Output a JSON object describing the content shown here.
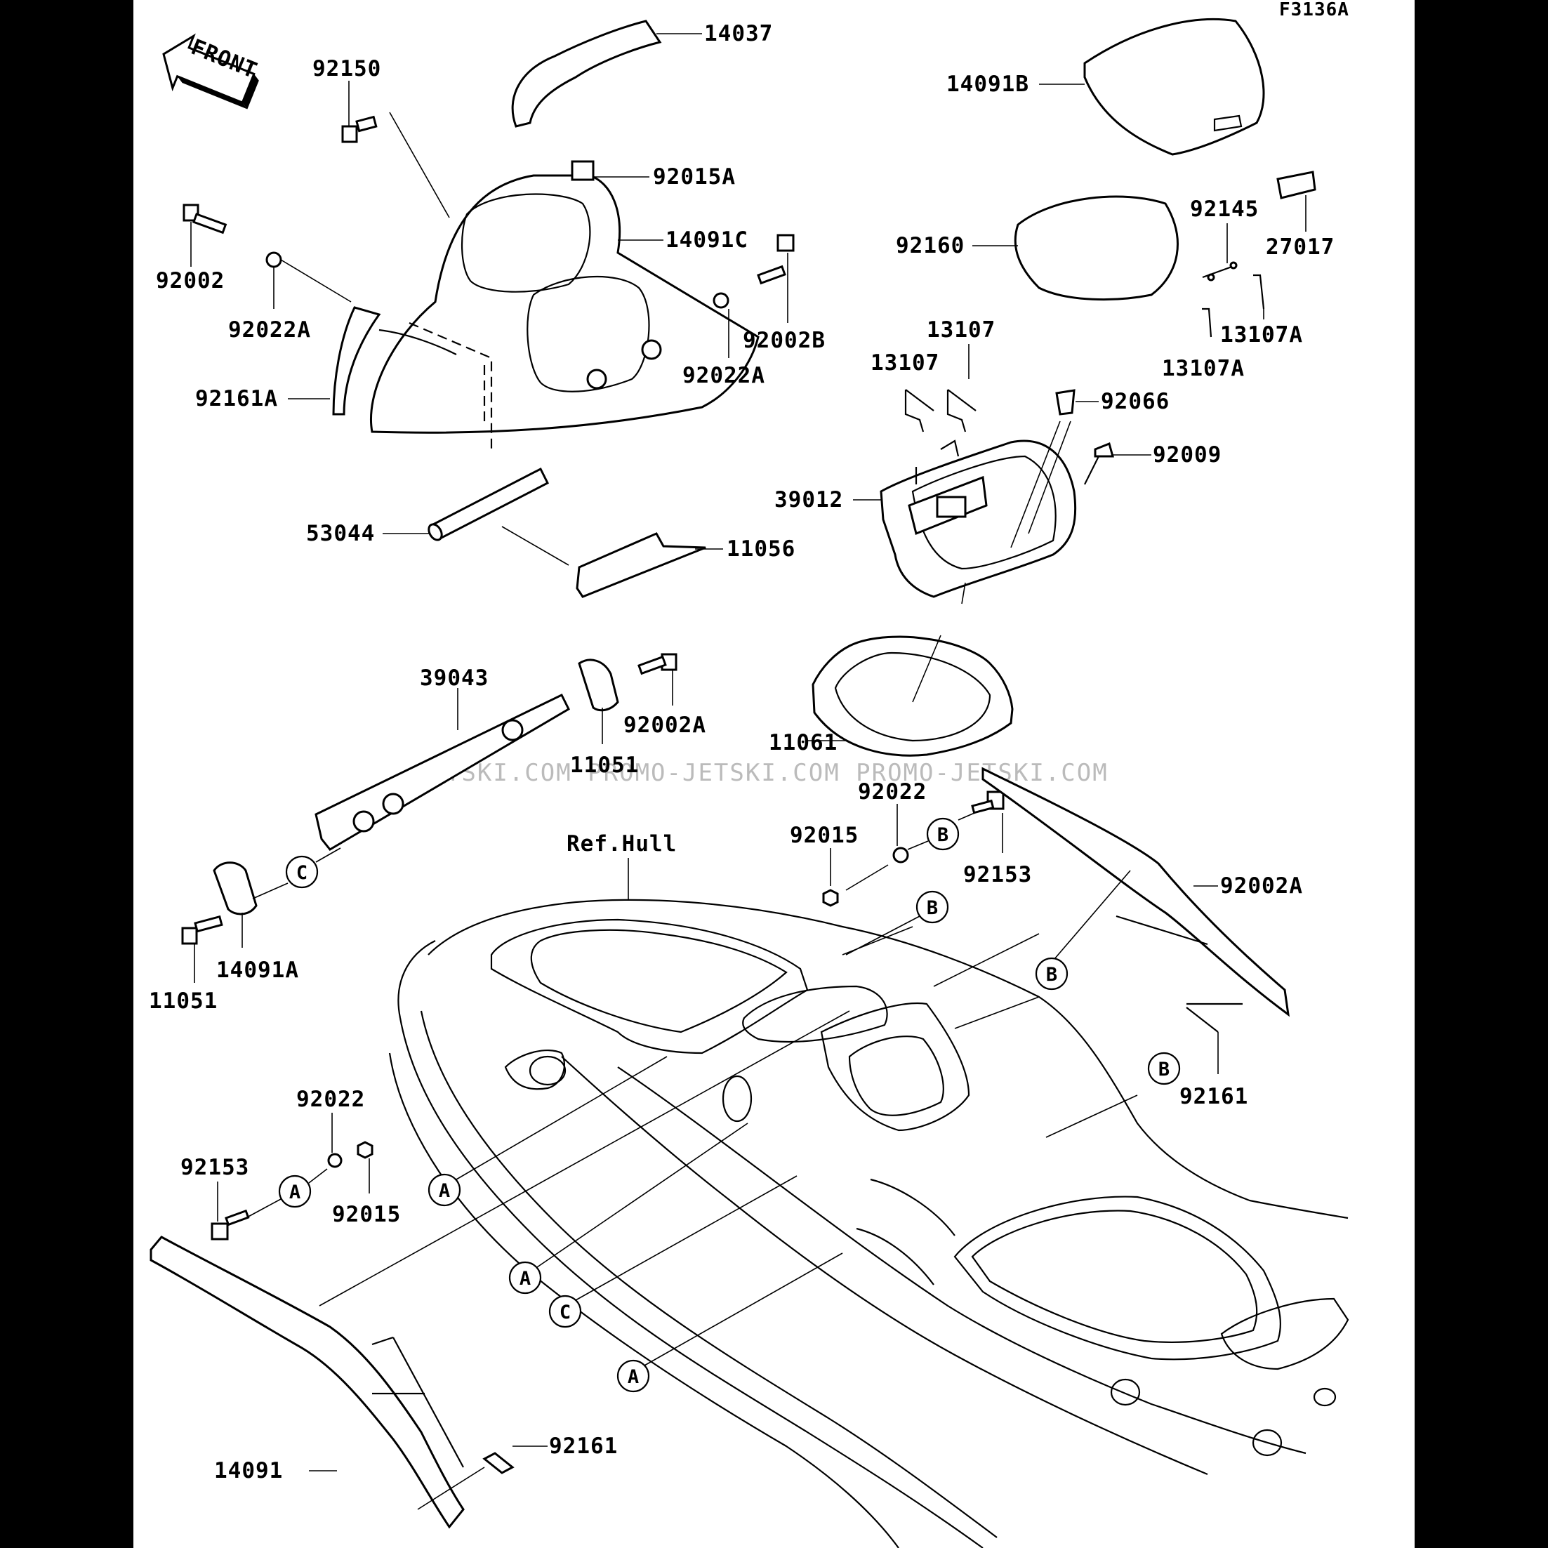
{
  "diagram_code": "F3136A",
  "front_label": "FRONT",
  "ref_label": "Ref.Hull",
  "watermark": "JETSKI.COM  PROMO-JETSKI.COM  PROMO-JETSKI.COM",
  "parts": [
    {
      "id": "p14037",
      "text": "14037"
    },
    {
      "id": "p92150",
      "text": "92150"
    },
    {
      "id": "p92015A",
      "text": "92015A"
    },
    {
      "id": "p14091C",
      "text": "14091C"
    },
    {
      "id": "p92002",
      "text": "92002"
    },
    {
      "id": "p92022A_l",
      "text": "92022A"
    },
    {
      "id": "p92002B",
      "text": "92002B"
    },
    {
      "id": "p92022A_r",
      "text": "92022A"
    },
    {
      "id": "p92161A",
      "text": "92161A"
    },
    {
      "id": "p53044",
      "text": "53044"
    },
    {
      "id": "p11056",
      "text": "11056"
    },
    {
      "id": "p14091B",
      "text": "14091B"
    },
    {
      "id": "p92145",
      "text": "92145"
    },
    {
      "id": "p27017",
      "text": "27017"
    },
    {
      "id": "p92160",
      "text": "92160"
    },
    {
      "id": "p13107_a",
      "text": "13107"
    },
    {
      "id": "p13107_b",
      "text": "13107"
    },
    {
      "id": "p13107A_a",
      "text": "13107A"
    },
    {
      "id": "p13107A_b",
      "text": "13107A"
    },
    {
      "id": "p92066",
      "text": "92066"
    },
    {
      "id": "p92009",
      "text": "92009"
    },
    {
      "id": "p39012",
      "text": "39012"
    },
    {
      "id": "p39043",
      "text": "39043"
    },
    {
      "id": "p92002A_a",
      "text": "92002A"
    },
    {
      "id": "p11051_a",
      "text": "11051"
    },
    {
      "id": "p11061",
      "text": "11061"
    },
    {
      "id": "p92022_a",
      "text": "92022"
    },
    {
      "id": "p92015_a",
      "text": "92015"
    },
    {
      "id": "p92153_a",
      "text": "92153"
    },
    {
      "id": "p14091A",
      "text": "14091A"
    },
    {
      "id": "p11051_b",
      "text": "11051"
    },
    {
      "id": "p92002A_b",
      "text": "92002A"
    },
    {
      "id": "p92161_a",
      "text": "92161"
    },
    {
      "id": "p92022_b",
      "text": "92022"
    },
    {
      "id": "p92153_b",
      "text": "92153"
    },
    {
      "id": "p92015_b",
      "text": "92015"
    },
    {
      "id": "p14091",
      "text": "14091"
    },
    {
      "id": "p92161_b",
      "text": "92161"
    }
  ],
  "markers": [
    {
      "id": "mC1",
      "text": "C"
    },
    {
      "id": "mB1",
      "text": "B"
    },
    {
      "id": "mB2",
      "text": "B"
    },
    {
      "id": "mB3",
      "text": "B"
    },
    {
      "id": "mB4",
      "text": "B"
    },
    {
      "id": "mA1",
      "text": "A"
    },
    {
      "id": "mA2",
      "text": "A"
    },
    {
      "id": "mA3",
      "text": "A"
    },
    {
      "id": "mA4",
      "text": "A"
    },
    {
      "id": "mC2",
      "text": "C"
    }
  ]
}
